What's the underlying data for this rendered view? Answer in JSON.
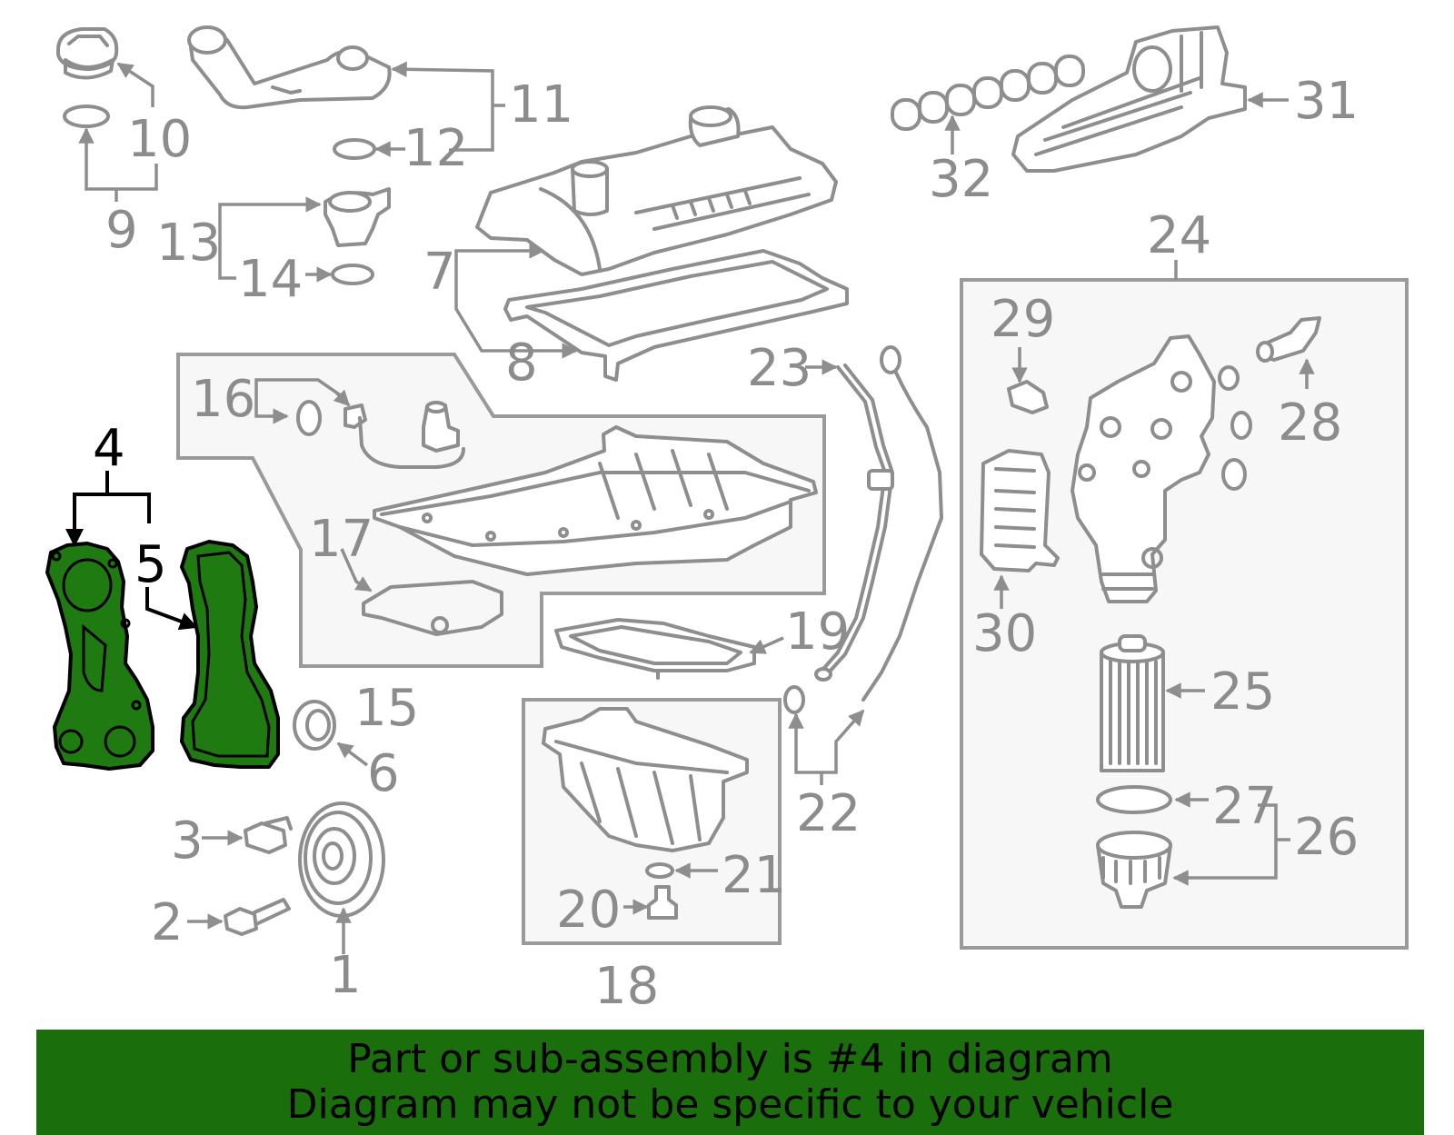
{
  "colors": {
    "highlight": "#1f7a12",
    "banner": "#1a6f0c",
    "part_stroke": "#8e8e8e",
    "box_fill": "#f7f7f7"
  },
  "labels": {
    "l1": "1",
    "l2": "2",
    "l3": "3",
    "l4": "4",
    "l5": "5",
    "l6": "6",
    "l7": "7",
    "l8": "8",
    "l9": "9",
    "l10": "10",
    "l11": "11",
    "l12": "12",
    "l13": "13",
    "l14": "14",
    "l15": "15",
    "l16": "16",
    "l17": "17",
    "l18": "18",
    "l19": "19",
    "l20": "20",
    "l21": "21",
    "l22": "22",
    "l23": "23",
    "l24": "24",
    "l25": "25",
    "l26": "26",
    "l27": "27",
    "l28": "28",
    "l29": "29",
    "l30": "30",
    "l31": "31",
    "l32": "32"
  },
  "highlighted_part": "4",
  "banner": {
    "line1": "Part or sub-assembly is #4 in diagram",
    "line2": "Diagram may not be specific to your vehicle"
  }
}
